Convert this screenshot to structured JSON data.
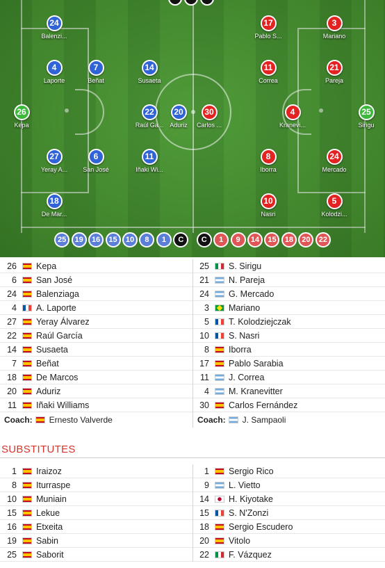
{
  "pitch": {
    "home_color": "#2f63d6",
    "away_color": "#e32222",
    "gk_color": "#3cb93c",
    "home_players": [
      {
        "num": "24",
        "name": "Balenzi..."
      },
      {
        "num": "4",
        "name": "Laporte"
      },
      {
        "num": "7",
        "name": "Beñat"
      },
      {
        "num": "14",
        "name": "Susaeta"
      },
      {
        "num": "26",
        "name": "Kepa"
      },
      {
        "num": "22",
        "name": "Raúl Ga..."
      },
      {
        "num": "20",
        "name": "Aduriz"
      },
      {
        "num": "27",
        "name": "Yeray A..."
      },
      {
        "num": "6",
        "name": "San José"
      },
      {
        "num": "11",
        "name": "Iñaki Wi..."
      },
      {
        "num": "18",
        "name": "De Mar..."
      }
    ],
    "away_players": [
      {
        "num": "17",
        "name": "Pablo S..."
      },
      {
        "num": "3",
        "name": "Mariano"
      },
      {
        "num": "11",
        "name": "Correa"
      },
      {
        "num": "21",
        "name": "Pareja"
      },
      {
        "num": "30",
        "name": "Carlos ..."
      },
      {
        "num": "4",
        "name": "Kranevi..."
      },
      {
        "num": "25",
        "name": "Sirigu"
      },
      {
        "num": "8",
        "name": "Iborra"
      },
      {
        "num": "24",
        "name": "Mercado"
      },
      {
        "num": "10",
        "name": "Nasri"
      },
      {
        "num": "5",
        "name": "Kolodzi..."
      }
    ],
    "subs_bar_home": [
      "25",
      "19",
      "16",
      "15",
      "10",
      "8",
      "1",
      "C"
    ],
    "subs_bar_away": [
      "C",
      "1",
      "9",
      "14",
      "15",
      "18",
      "20",
      "22"
    ]
  },
  "lineups": {
    "home": [
      {
        "num": "26",
        "flag": "es",
        "name": "Kepa"
      },
      {
        "num": "6",
        "flag": "es",
        "name": "San José"
      },
      {
        "num": "24",
        "flag": "es",
        "name": "Balenziaga"
      },
      {
        "num": "4",
        "flag": "fr",
        "name": "A. Laporte"
      },
      {
        "num": "27",
        "flag": "es",
        "name": "Yeray Álvarez"
      },
      {
        "num": "22",
        "flag": "es",
        "name": "Raúl García"
      },
      {
        "num": "14",
        "flag": "es",
        "name": "Susaeta"
      },
      {
        "num": "7",
        "flag": "es",
        "name": "Beñat"
      },
      {
        "num": "18",
        "flag": "es",
        "name": "De Marcos"
      },
      {
        "num": "20",
        "flag": "es",
        "name": "Aduriz"
      },
      {
        "num": "11",
        "flag": "es",
        "name": "Iñaki Williams"
      }
    ],
    "away": [
      {
        "num": "25",
        "flag": "it",
        "name": "S. Sirigu"
      },
      {
        "num": "21",
        "flag": "ar",
        "name": "N. Pareja"
      },
      {
        "num": "24",
        "flag": "ar",
        "name": "G. Mercado"
      },
      {
        "num": "3",
        "flag": "br",
        "name": "Mariano"
      },
      {
        "num": "5",
        "flag": "fr",
        "name": "T. Kolodziejczak"
      },
      {
        "num": "10",
        "flag": "fr",
        "name": "S. Nasri"
      },
      {
        "num": "8",
        "flag": "es",
        "name": "Iborra"
      },
      {
        "num": "17",
        "flag": "es",
        "name": "Pablo Sarabia"
      },
      {
        "num": "11",
        "flag": "ar",
        "name": "J. Correa"
      },
      {
        "num": "4",
        "flag": "ar",
        "name": "M. Kranevitter"
      },
      {
        "num": "30",
        "flag": "es",
        "name": "Carlos Fernández"
      }
    ],
    "coach_label": "Coach:",
    "home_coach": {
      "flag": "es",
      "name": "Ernesto Valverde"
    },
    "away_coach": {
      "flag": "ar",
      "name": "J. Sampaoli"
    }
  },
  "substitutes": {
    "title": "SUBSTITUTES",
    "home": [
      {
        "num": "1",
        "flag": "es",
        "name": "Iraizoz"
      },
      {
        "num": "8",
        "flag": "es",
        "name": "Iturraspe"
      },
      {
        "num": "10",
        "flag": "es",
        "name": "Muniain"
      },
      {
        "num": "15",
        "flag": "es",
        "name": "Lekue"
      },
      {
        "num": "16",
        "flag": "es",
        "name": "Etxeita"
      },
      {
        "num": "19",
        "flag": "es",
        "name": "Sabin"
      },
      {
        "num": "25",
        "flag": "es",
        "name": "Saborit"
      }
    ],
    "away": [
      {
        "num": "1",
        "flag": "es",
        "name": "Sergio Rico"
      },
      {
        "num": "9",
        "flag": "ar",
        "name": "L. Vietto"
      },
      {
        "num": "14",
        "flag": "jp",
        "name": "H. Kiyotake"
      },
      {
        "num": "15",
        "flag": "fr",
        "name": "S. N'Zonzi"
      },
      {
        "num": "18",
        "flag": "es",
        "name": "Sergio Escudero"
      },
      {
        "num": "20",
        "flag": "es",
        "name": "Vitolo"
      },
      {
        "num": "22",
        "flag": "it",
        "name": "F. Vázquez"
      }
    ]
  }
}
